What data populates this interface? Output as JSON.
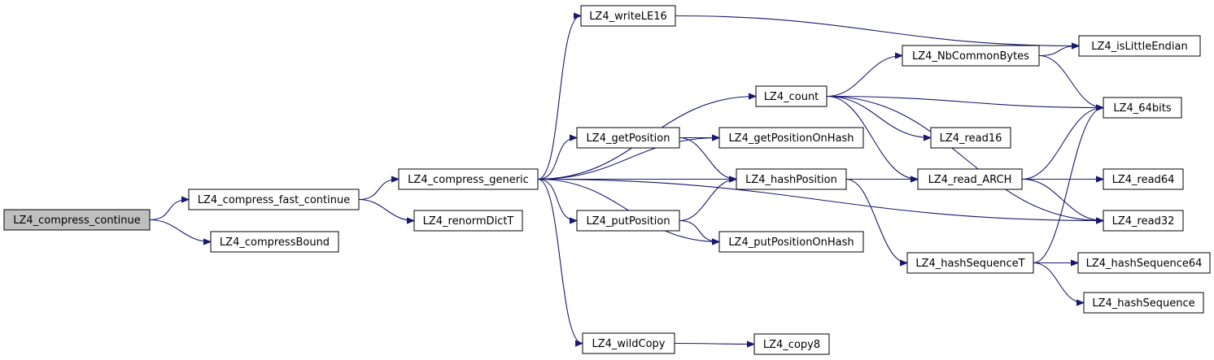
{
  "nodes": [
    {
      "id": "compress_continue",
      "label": "LZ4_compress_continue",
      "root": true
    },
    {
      "id": "compress_fast_continue",
      "label": "LZ4_compress_fast_continue"
    },
    {
      "id": "compressBound",
      "label": "LZ4_compressBound"
    },
    {
      "id": "compress_generic",
      "label": "LZ4_compress_generic"
    },
    {
      "id": "renormDictT",
      "label": "LZ4_renormDictT"
    },
    {
      "id": "writeLE16",
      "label": "LZ4_writeLE16"
    },
    {
      "id": "count",
      "label": "LZ4_count"
    },
    {
      "id": "getPosition",
      "label": "LZ4_getPosition"
    },
    {
      "id": "putPosition",
      "label": "LZ4_putPosition"
    },
    {
      "id": "wildCopy",
      "label": "LZ4_wildCopy"
    },
    {
      "id": "getPositionOnHash",
      "label": "LZ4_getPositionOnHash"
    },
    {
      "id": "hashPosition",
      "label": "LZ4_hashPosition"
    },
    {
      "id": "putPositionOnHash",
      "label": "LZ4_putPositionOnHash"
    },
    {
      "id": "copy8",
      "label": "LZ4_copy8"
    },
    {
      "id": "NbCommonBytes",
      "label": "LZ4_NbCommonBytes"
    },
    {
      "id": "read16",
      "label": "LZ4_read16"
    },
    {
      "id": "read_ARCH",
      "label": "LZ4_read_ARCH"
    },
    {
      "id": "hashSequenceT",
      "label": "LZ4_hashSequenceT"
    },
    {
      "id": "isLittleEndian",
      "label": "LZ4_isLittleEndian"
    },
    {
      "id": "64bits",
      "label": "LZ4_64bits"
    },
    {
      "id": "read64",
      "label": "LZ4_read64"
    },
    {
      "id": "read32",
      "label": "LZ4_read32"
    },
    {
      "id": "hashSequence64",
      "label": "LZ4_hashSequence64"
    },
    {
      "id": "hashSequence",
      "label": "LZ4_hashSequence"
    }
  ],
  "edges": [
    [
      "compress_continue",
      "compress_fast_continue"
    ],
    [
      "compress_continue",
      "compressBound"
    ],
    [
      "compress_fast_continue",
      "compress_generic"
    ],
    [
      "compress_fast_continue",
      "renormDictT"
    ],
    [
      "compress_generic",
      "writeLE16"
    ],
    [
      "compress_generic",
      "count"
    ],
    [
      "compress_generic",
      "getPositionOnHash"
    ],
    [
      "compress_generic",
      "getPosition"
    ],
    [
      "compress_generic",
      "hashPosition"
    ],
    [
      "compress_generic",
      "putPosition"
    ],
    [
      "compress_generic",
      "putPositionOnHash"
    ],
    [
      "compress_generic",
      "read32"
    ],
    [
      "compress_generic",
      "wildCopy"
    ],
    [
      "writeLE16",
      "isLittleEndian"
    ],
    [
      "count",
      "NbCommonBytes"
    ],
    [
      "count",
      "64bits"
    ],
    [
      "count",
      "read16"
    ],
    [
      "count",
      "read_ARCH"
    ],
    [
      "count",
      "read32"
    ],
    [
      "getPosition",
      "getPositionOnHash"
    ],
    [
      "getPosition",
      "hashPosition"
    ],
    [
      "putPosition",
      "hashPosition"
    ],
    [
      "putPosition",
      "putPositionOnHash"
    ],
    [
      "hashPosition",
      "read_ARCH"
    ],
    [
      "hashPosition",
      "hashSequenceT"
    ],
    [
      "wildCopy",
      "copy8"
    ],
    [
      "NbCommonBytes",
      "isLittleEndian"
    ],
    [
      "NbCommonBytes",
      "64bits"
    ],
    [
      "read_ARCH",
      "64bits"
    ],
    [
      "read_ARCH",
      "read64"
    ],
    [
      "read_ARCH",
      "read32"
    ],
    [
      "hashSequenceT",
      "64bits"
    ],
    [
      "hashSequenceT",
      "hashSequence64"
    ],
    [
      "hashSequenceT",
      "hashSequence"
    ]
  ],
  "colors": {
    "edge": "#191970",
    "root_fill": "#bfbfbf",
    "node_fill": "#ffffff",
    "border": "#000000"
  }
}
